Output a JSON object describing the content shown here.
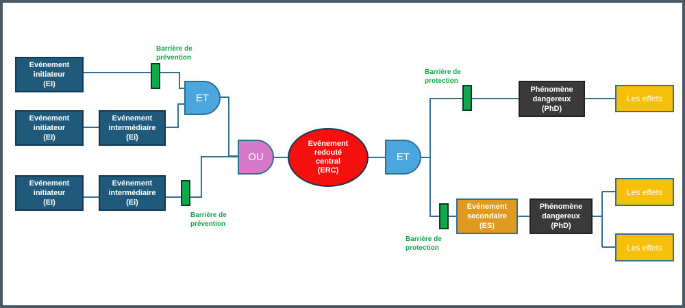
{
  "initiating_events": [
    "Evénement\ninitiateur\n(EI)",
    "Evénement\ninitiateur\n(EI)",
    "Evénement\ninitiateur\n(EI)"
  ],
  "intermediate_events": [
    "Evénement\nintermédiaire\n(Ei)",
    "Evénement\nintermédiaire\n(Ei)"
  ],
  "gates": {
    "and_left": "ET",
    "or": "OU",
    "and_right": "ET"
  },
  "central_event": "Evénement\nredouté\ncentral\n(ERC)",
  "secondary_event": "Evénement\nsecondaire\n(ES)",
  "dangerous_phenomena": [
    "Phénomène\ndangereux\n(PhD)",
    "Phénomène\ndangereux\n(PhD)"
  ],
  "effects": [
    "Les effets",
    "Les effets",
    "Les effets"
  ],
  "barriers": {
    "prevention_top": "Barrière de\nprévention",
    "prevention_bottom": "Barrière de\nprévention",
    "protection_top": "Barrière de\nprotection",
    "protection_bottom": "Barrière de\nprotection"
  },
  "colors": {
    "event_box": "#1f5a7c",
    "connector": "#2f6f8f",
    "gate_and": "#4aa6dc",
    "gate_or": "#d779c9",
    "central_event": "#f50f0f",
    "barrier": "#10a84a",
    "secondary_event": "#e09a1f",
    "phenomenon": "#3a3a3a",
    "effects": "#f6bf0a"
  }
}
